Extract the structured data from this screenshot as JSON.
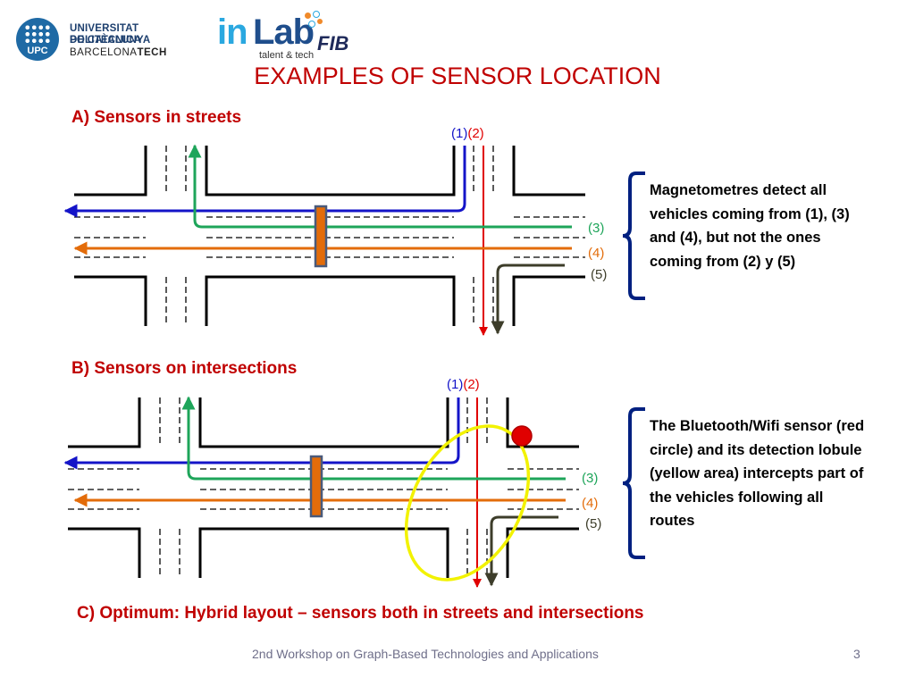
{
  "logos": {
    "upc_badge": "UPC",
    "upc_line1": "UNIVERSITAT POLITÈCNICA",
    "upc_line2": "DE CATALUNYA",
    "upc_city": "BARCELONA",
    "upc_city_bold": "TECH",
    "inlab_in": "in",
    "inlab_lab": "Lab",
    "inlab_tagline": "talent & tech",
    "fib": "FIB"
  },
  "title": "EXAMPLES OF SENSOR LOCATION",
  "section_a": {
    "heading": "A) Sensors in streets",
    "note": "Magnetometres detect all  vehicles coming from (1), (3) and (4), but not the ones coming from (2) y (5)",
    "labels": {
      "r1": "(1)",
      "r2": "(2)",
      "r3": "(3)",
      "r4": "(4)",
      "r5": "(5)"
    }
  },
  "section_b": {
    "heading": "B) Sensors on intersections",
    "note": "The Bluetooth/Wifi sensor (red circle) and its detection lobule (yellow area) intercepts part of the vehicles following all routes",
    "labels": {
      "r1": "(1)",
      "r2": "(2)",
      "r3": "(3)",
      "r4": "(4)",
      "r5": "(5)"
    }
  },
  "section_c": {
    "heading": "C) Optimum: Hybrid layout – sensors both in streets and intersections"
  },
  "footer": {
    "text": "2nd Workshop on Graph-Based Technologies and Applications",
    "page": "3"
  },
  "colors": {
    "title": "#c00000",
    "route1": "#1414c8",
    "route2": "#e00000",
    "route3": "#1ea55a",
    "route4": "#e36c0a",
    "route5": "#3d3d2a",
    "sensor": "#e36c0a",
    "sensor_border": "#4a5a7a",
    "bt_sensor": "#e00000",
    "lobule": "#f2f200",
    "brace": "#002080"
  }
}
